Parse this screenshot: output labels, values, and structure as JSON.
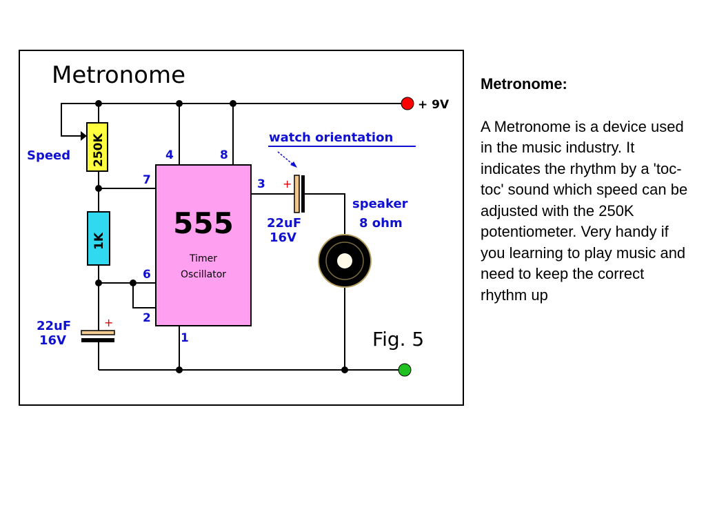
{
  "diagram": {
    "title": "Metronome",
    "supply_label": "+ 9V",
    "speed_label": "Speed",
    "pot_label": "250K",
    "resistor_label": "1K",
    "chip_number": "555",
    "chip_sub_1": "Timer",
    "chip_sub_2": "Oscillator",
    "pins": {
      "p4": "4",
      "p8": "8",
      "p7": "7",
      "p3": "3",
      "p6": "6",
      "p2": "2",
      "p1": "1"
    },
    "cap1_value": "22uF",
    "cap1_voltage": "16V",
    "cap2_value": "22uF",
    "cap2_voltage": "16V",
    "plus_mark": "+",
    "orientation_note": "watch orientation",
    "speaker_label": "speaker",
    "speaker_ohm": "8 ohm",
    "fig_label": "Fig. 5",
    "colors": {
      "wire": "#000000",
      "chip": "#ff9ff0",
      "pot": "#ffff40",
      "resistor": "#30d8f0",
      "cap": "#f0c890",
      "label_blue": "#1010d0",
      "supply_dot": "#ff0000",
      "ground_dot": "#20c020"
    }
  },
  "side": {
    "title": "Metronome:",
    "body": "A Metronome is a device used in the music industry. It indicates the rhythm by a 'toc-toc' sound which speed can be adjusted with the 250K potentiometer. Very handy if you learning to play music and need to keep the correct rhythm up"
  }
}
